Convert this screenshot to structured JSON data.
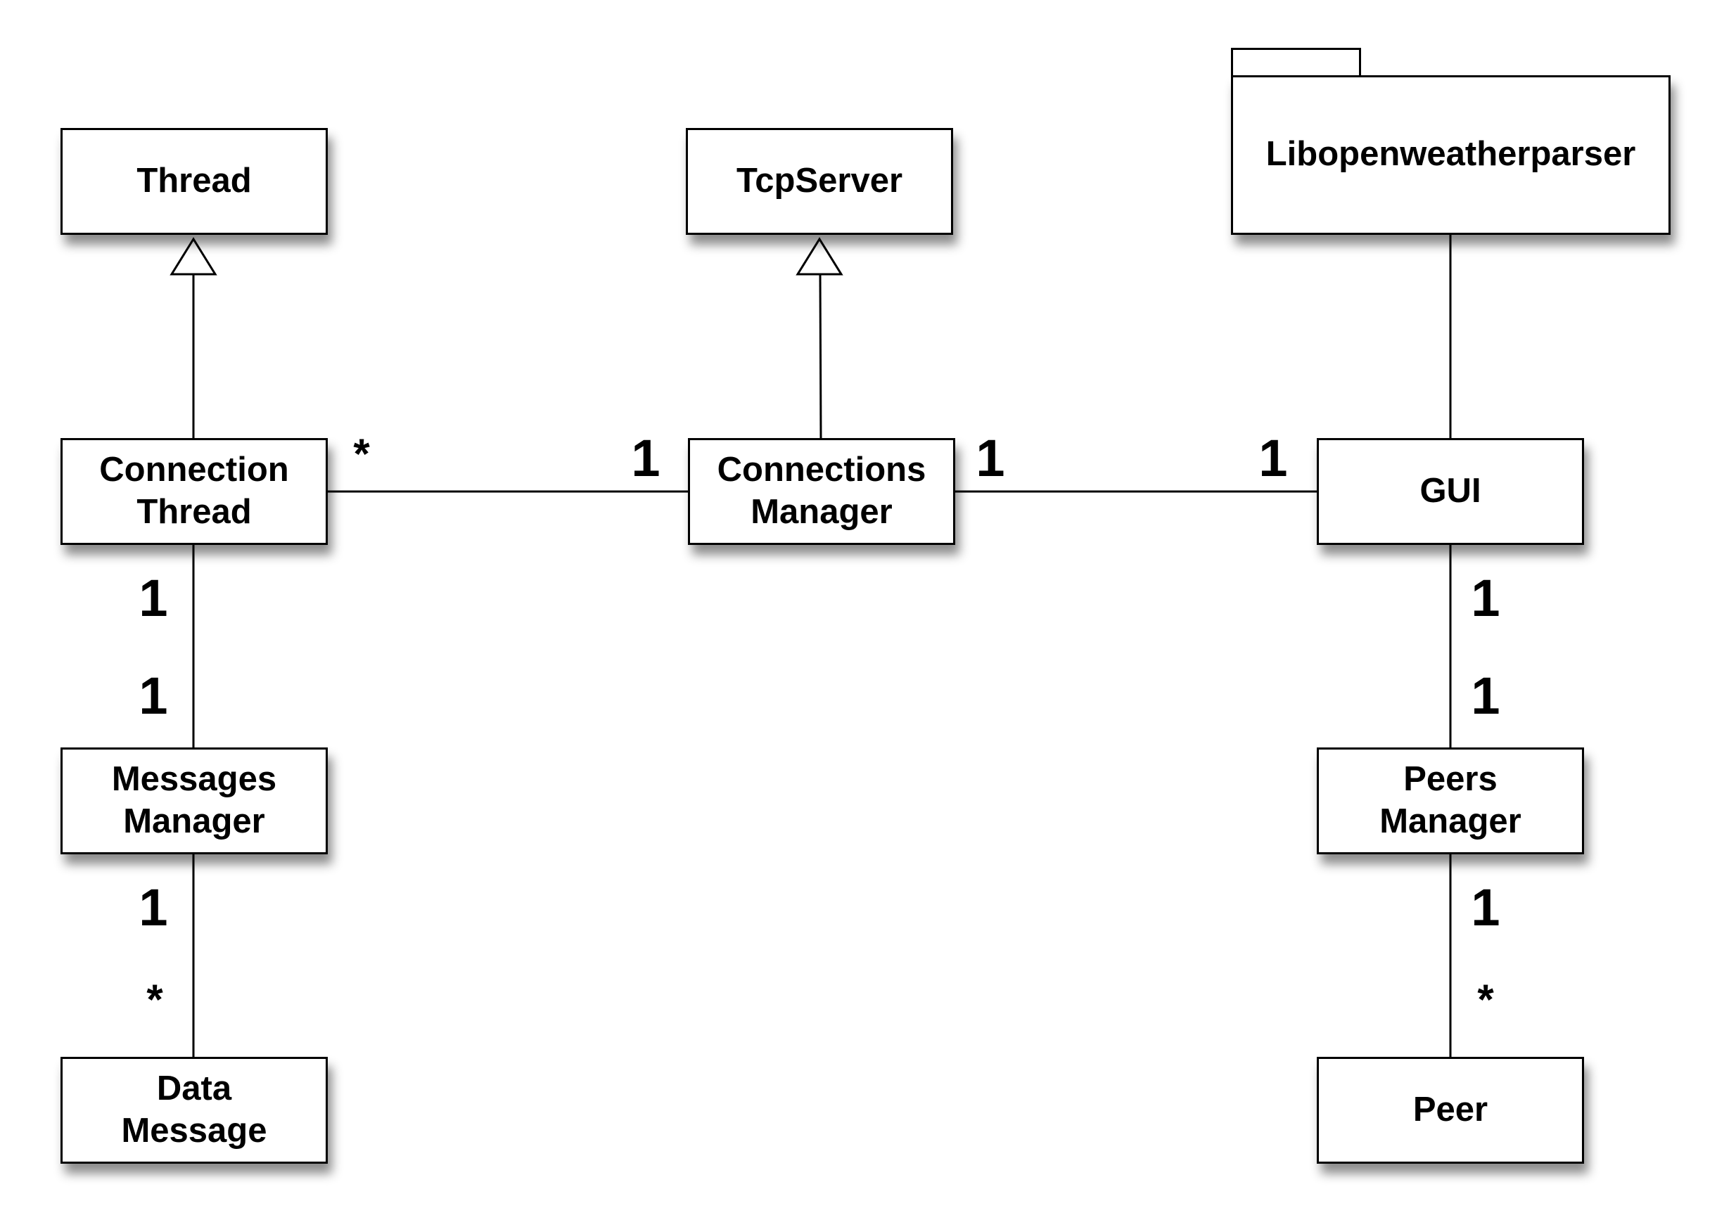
{
  "classes": {
    "thread": "Thread",
    "tcp_server": "TcpServer",
    "libopenweatherparser": "Libopenweatherparser",
    "connection_thread": [
      "Connection",
      "Thread"
    ],
    "connections_manager": [
      "Connections",
      "Manager"
    ],
    "gui": "GUI",
    "messages_manager": [
      "Messages",
      "Manager"
    ],
    "peers_manager": [
      "Peers",
      "Manager"
    ],
    "data_message": [
      "Data",
      "Message"
    ],
    "peer": "Peer"
  },
  "multiplicities": {
    "conn_thread_to_manager_near_thread": "*",
    "conn_thread_to_manager_near_manager": "1",
    "manager_to_gui_near_manager": "1",
    "manager_to_gui_near_gui": "1",
    "thread_to_messages_top": "1",
    "thread_to_messages_bottom": "1",
    "gui_to_peers_top": "1",
    "gui_to_peers_bottom": "1",
    "messages_to_data_top": "1",
    "messages_to_data_bottom": "*",
    "peers_to_peer_top": "1",
    "peers_to_peer_bottom": "*"
  }
}
